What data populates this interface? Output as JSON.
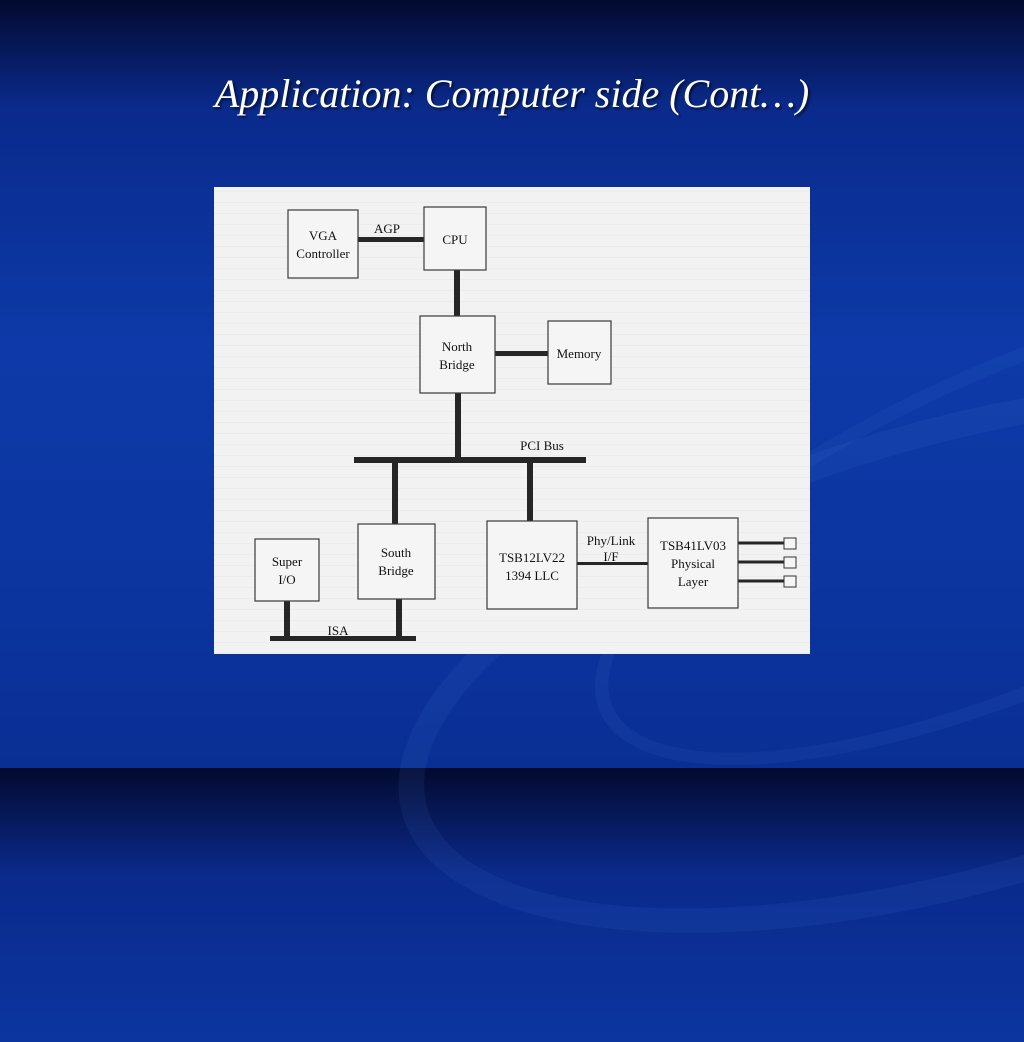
{
  "slide": {
    "title": "Application: Computer side (Cont…)",
    "background_color": "#0d3aa8",
    "title_color": "#ffffff"
  },
  "diagram": {
    "blocks": {
      "vga_line1": "VGA",
      "vga_line2": "Controller",
      "cpu": "CPU",
      "north_line1": "North",
      "north_line2": "Bridge",
      "memory": "Memory",
      "south_line1": "South",
      "south_line2": "Bridge",
      "superio_line1": "Super",
      "superio_line2": "I/O",
      "llc_line1": "TSB12LV22",
      "llc_line2": "1394 LLC",
      "phy_line1": "TSB41LV03",
      "phy_line2": "Physical",
      "phy_line3": "Layer"
    },
    "connections": {
      "agp": "AGP",
      "pci_bus": "PCI Bus",
      "isa": "ISA",
      "phylink_line1": "Phy/Link",
      "phylink_line2": "I/F"
    }
  }
}
